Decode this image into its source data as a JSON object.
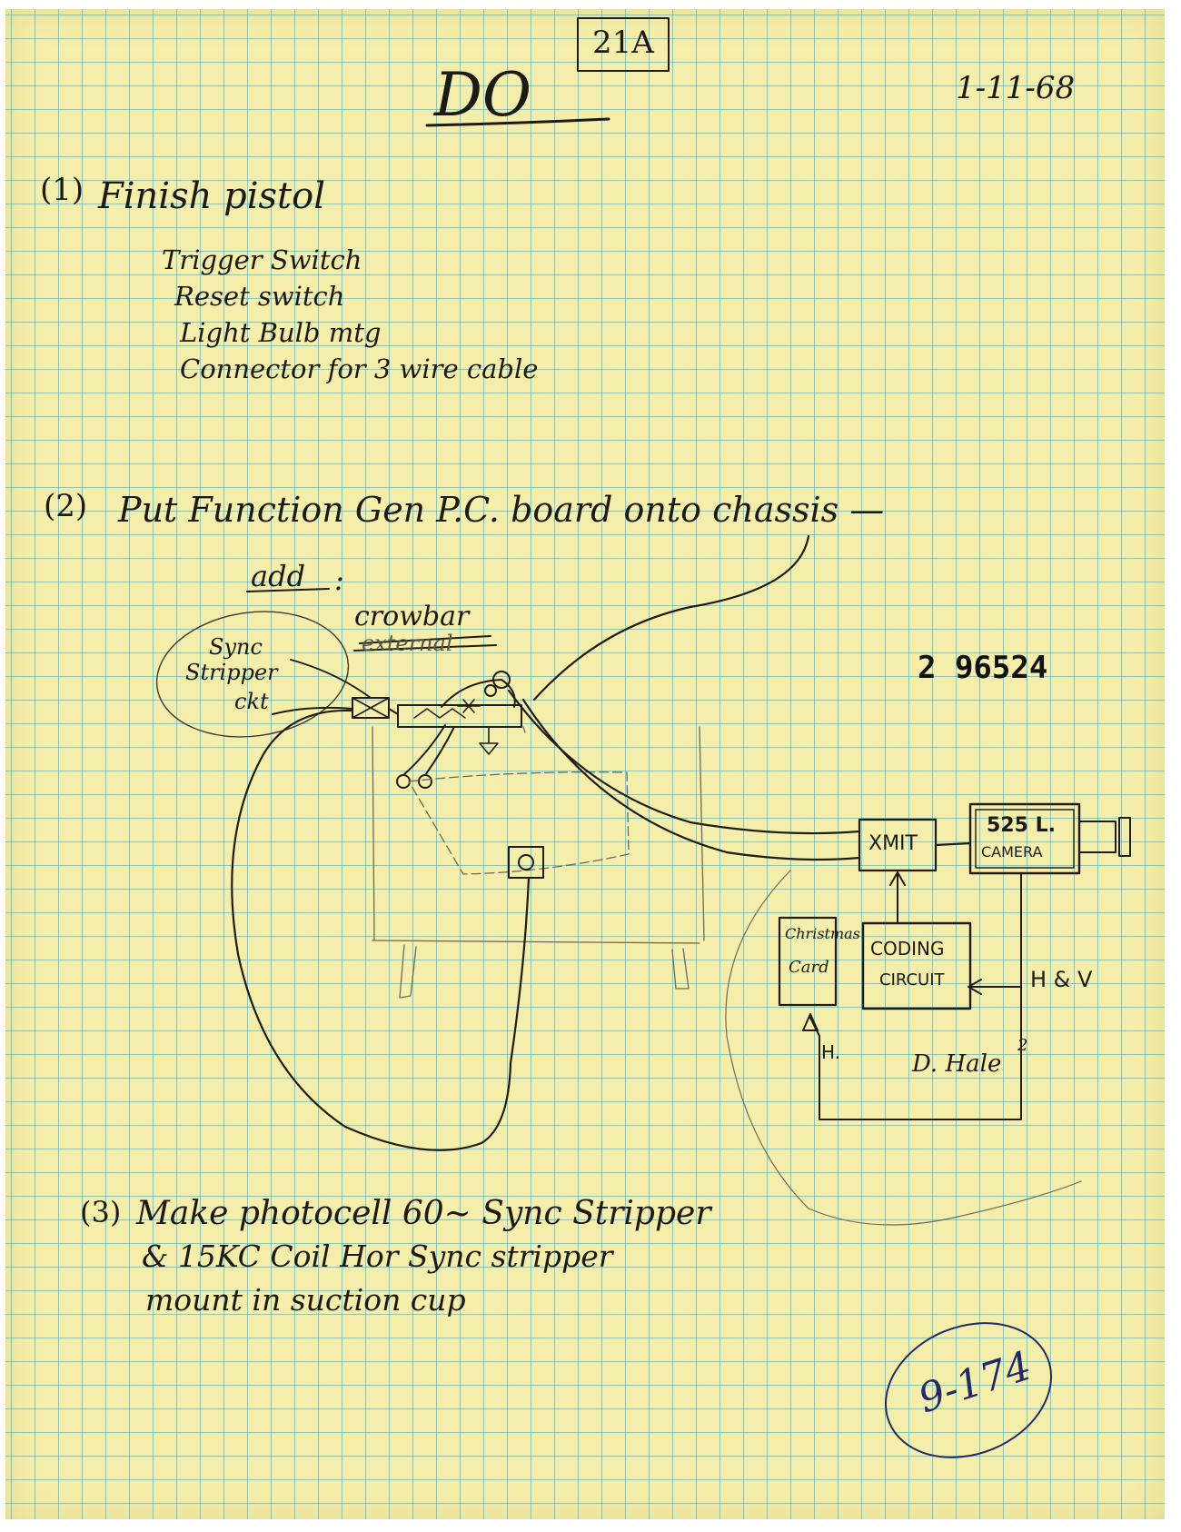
{
  "header": {
    "box_number": "21A",
    "title": "DO",
    "date": "1-11-68"
  },
  "items": [
    {
      "number": "1",
      "text": "Finish pistol",
      "subitems": [
        "Trigger Switch",
        "Reset switch",
        "Light Bulb mtg",
        "Connector for 3 wire cable"
      ]
    },
    {
      "number": "2",
      "text": "Put Function Gen P.C. board onto chassis —",
      "add_label": "add",
      "add_colon": ":",
      "crowbar_label": "crowbar",
      "crossed_out": "external"
    },
    {
      "number": "3",
      "lines": [
        "Make photocell 60~ Sync Stripper",
        "& 15KC Coil Hor Sync stripper",
        "mount in suction cup"
      ]
    }
  ],
  "diagram": {
    "sync_stripper_label": [
      "Sync",
      "Stripper",
      "ckt"
    ],
    "xmit_label": "XMIT",
    "camera_label": [
      "525 L.",
      "CAMERA"
    ],
    "coding_circuit_label": [
      "CODING",
      "CIRCUIT"
    ],
    "christmas_card_label": [
      "Christmas",
      "Card"
    ],
    "h_and_v_label": "H & V",
    "h_label": "H.",
    "d_hale_label": "D. Hale",
    "superscript": "2"
  },
  "stamp_number": "2 96524",
  "circled_number": "9-174"
}
